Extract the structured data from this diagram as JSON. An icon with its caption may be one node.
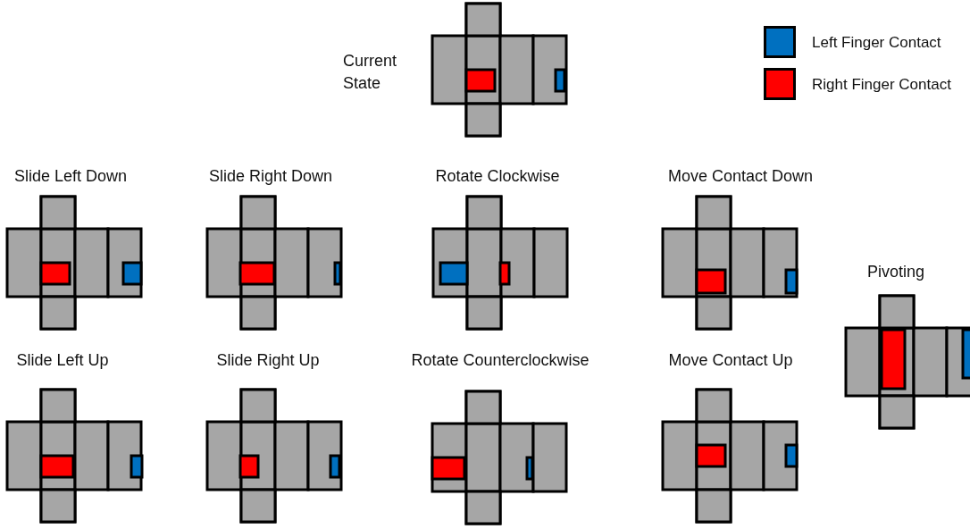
{
  "diagram": {
    "labels": [
      "Current State",
      "Slide Left Down",
      "Slide Right Down",
      "Rotate Clockwise",
      "Move Contact Down",
      "Pivoting",
      "Slide Left Up",
      "Slide Right Up",
      "Rotate Counterclockwise",
      "Move Contact Up"
    ],
    "legend": [
      {
        "text": "Left Finger Contact",
        "color": "#0070c0"
      },
      {
        "text": "Right Finger Contact",
        "color": "#ff0000"
      }
    ]
  }
}
